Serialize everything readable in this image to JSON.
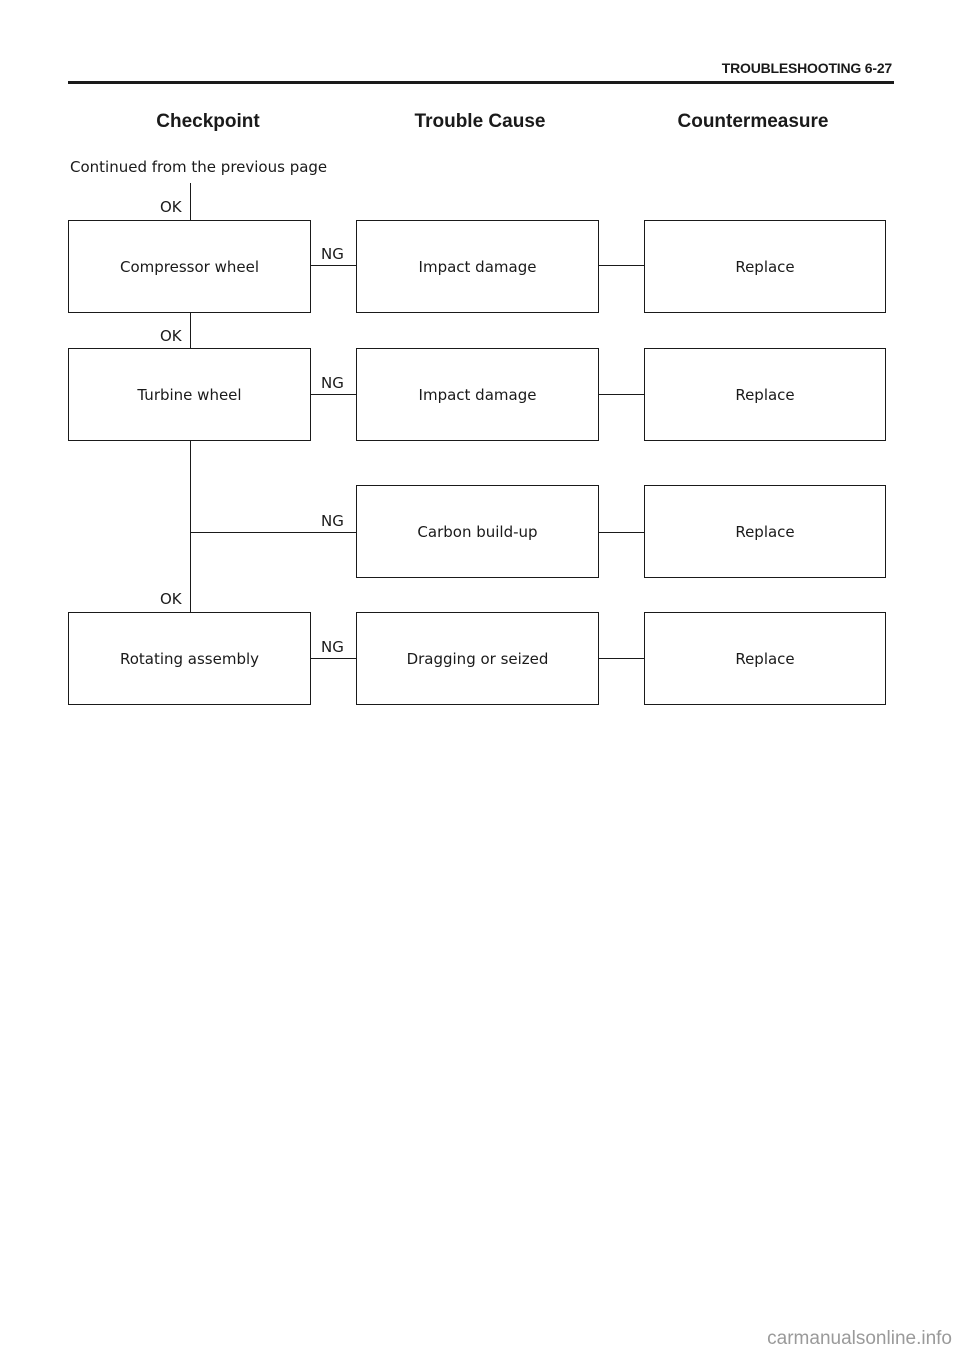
{
  "header": {
    "section_title": "TROUBLESHOOTING 6-27"
  },
  "columns": {
    "checkpoint": "Checkpoint",
    "trouble_cause": "Trouble Cause",
    "countermeasure": "Countermeasure"
  },
  "continued_text": "Continued from the previous page",
  "ok_label": "OK",
  "ng_label": "NG",
  "rows": [
    {
      "checkpoint": "Compressor wheel",
      "cause": "Impact damage",
      "countermeasure": "Replace"
    },
    {
      "checkpoint": "Turbine wheel",
      "cause": "Impact damage",
      "countermeasure": "Replace"
    },
    {
      "checkpoint": "",
      "cause": "Carbon build-up",
      "countermeasure": "Replace"
    },
    {
      "checkpoint": "Rotating assembly",
      "cause": "Dragging or seized",
      "countermeasure": "Replace"
    }
  ],
  "footer": {
    "watermark": "carmanualsonline.info"
  }
}
